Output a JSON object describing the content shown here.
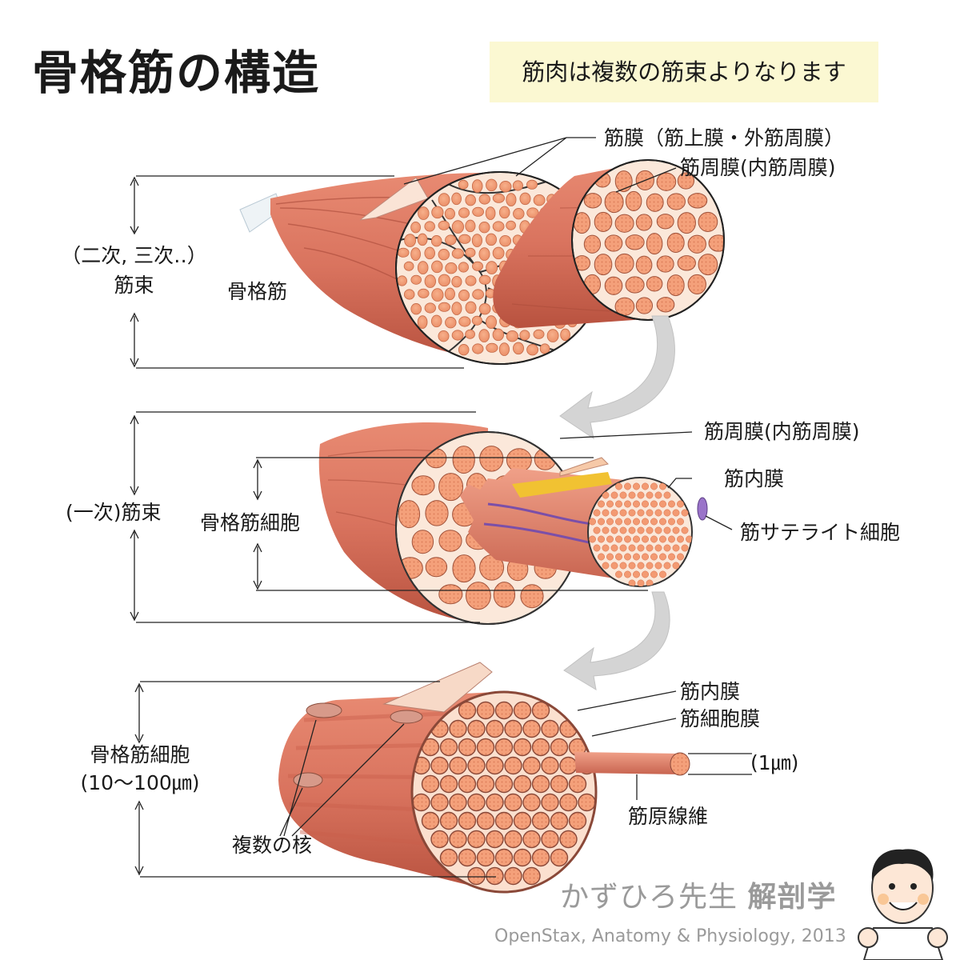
{
  "title": "骨格筋の構造",
  "note": "筋肉は複数の筋束よりなります",
  "section1": {
    "epimysium": "筋膜（筋上膜・外筋周膜）",
    "perimysium": "筋周膜(内筋周膜)",
    "muscle": "骨格筋",
    "bundle_line1": "（二次, 三次‥）",
    "bundle_line2": "筋束"
  },
  "section2": {
    "perimysium": "筋周膜(内筋周膜)",
    "endomysium": "筋内膜",
    "satellite": "筋サテライト細胞",
    "fiber": "骨格筋細胞",
    "bundle": "(一次)筋束"
  },
  "section3": {
    "endomysium": "筋内膜",
    "sarcolemma": "筋細胞膜",
    "size": "(1㎛)",
    "myofibril": "筋原線維",
    "fiber_line1": "骨格筋細胞",
    "fiber_line2": "(10〜100㎛)",
    "nuclei": "複数の核"
  },
  "credit": {
    "author": "かずひろ先生",
    "subject": "解剖学",
    "source": "OpenStax, Anatomy & Physiology, 2013"
  },
  "colors": {
    "muscle": "#d9735e",
    "muscle_dark": "#b8523f",
    "fascicle": "#f2a07a",
    "sheath": "#fbe8da",
    "arrow": "#d2d2d2",
    "note_bg": "#fbf8d2",
    "credit": "#9a9a9a"
  }
}
